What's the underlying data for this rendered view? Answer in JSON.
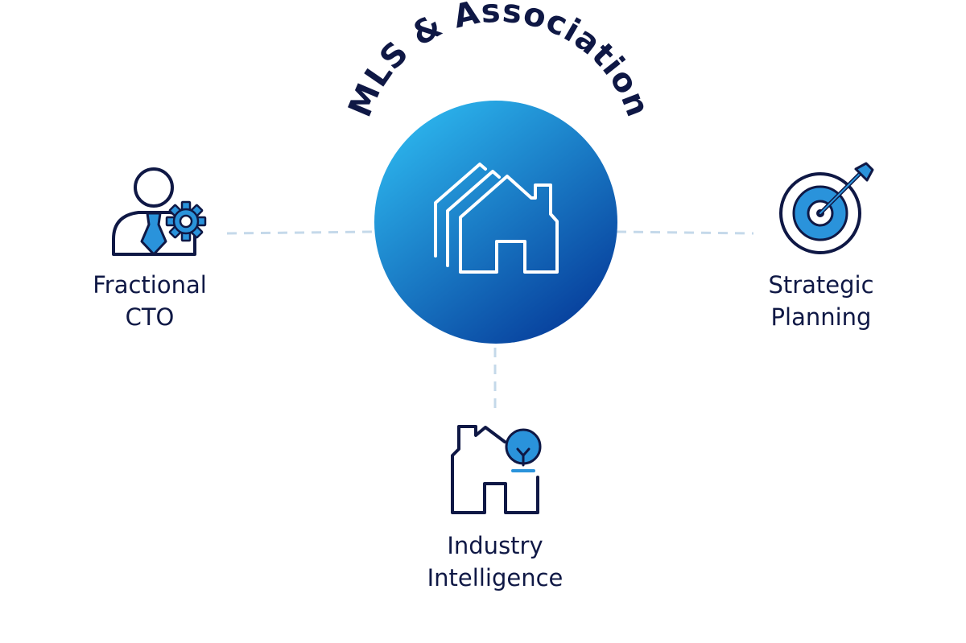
{
  "center": {
    "title": "MLS & Association",
    "icon": "stacked-houses-icon"
  },
  "nodes": [
    {
      "id": "fractional-cto",
      "lines": [
        "Fractional",
        "CTO"
      ],
      "icon": "person-gear-icon"
    },
    {
      "id": "strategic-planning",
      "lines": [
        "Strategic",
        "Planning"
      ],
      "icon": "target-arrow-icon"
    },
    {
      "id": "industry-intelligence",
      "lines": [
        "Industry",
        "Intelligence"
      ],
      "icon": "house-lightbulb-icon"
    }
  ],
  "colors": {
    "navy": "#0f1845",
    "accent_blue": "#2a93db",
    "circle_top": "#2aaee8",
    "circle_bottom": "#063c9a",
    "connector": "#c5d9ea"
  }
}
